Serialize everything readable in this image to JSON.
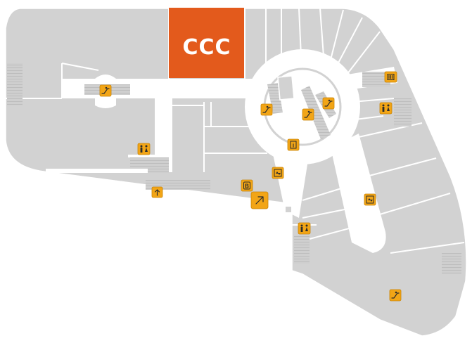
{
  "map": {
    "featured_store": {
      "label": "CCC",
      "color": "#e35a1c"
    },
    "colors": {
      "background": "#ffffff",
      "unit_fill": "#d2d2d2",
      "corridor": "#ffffff",
      "icon_background": "#f2a516",
      "icon_glyph": "#2b2b2b"
    },
    "amenities": [
      {
        "id": "escalator-nw",
        "type": "escalator-icon"
      },
      {
        "id": "escalator-center-left",
        "type": "escalator-icon"
      },
      {
        "id": "escalator-center-mid",
        "type": "escalator-icon"
      },
      {
        "id": "escalator-center-right",
        "type": "escalator-icon"
      },
      {
        "id": "escalator-south",
        "type": "escalator-icon"
      },
      {
        "id": "restroom-west",
        "type": "restroom-icon"
      },
      {
        "id": "restroom-east",
        "type": "restroom-icon"
      },
      {
        "id": "restroom-south",
        "type": "restroom-icon"
      },
      {
        "id": "info-desk",
        "type": "info-icon",
        "label": "i"
      },
      {
        "id": "atm",
        "type": "atm-icon",
        "label": "B"
      },
      {
        "id": "elevator-center",
        "type": "elevator-icon"
      },
      {
        "id": "elevator-east",
        "type": "elevator-icon"
      },
      {
        "id": "exit-west",
        "type": "exit-arrow-icon"
      },
      {
        "id": "you-are-here",
        "type": "direction-arrow-icon"
      },
      {
        "id": "parking-ne",
        "type": "parking-machine-icon"
      }
    ]
  }
}
